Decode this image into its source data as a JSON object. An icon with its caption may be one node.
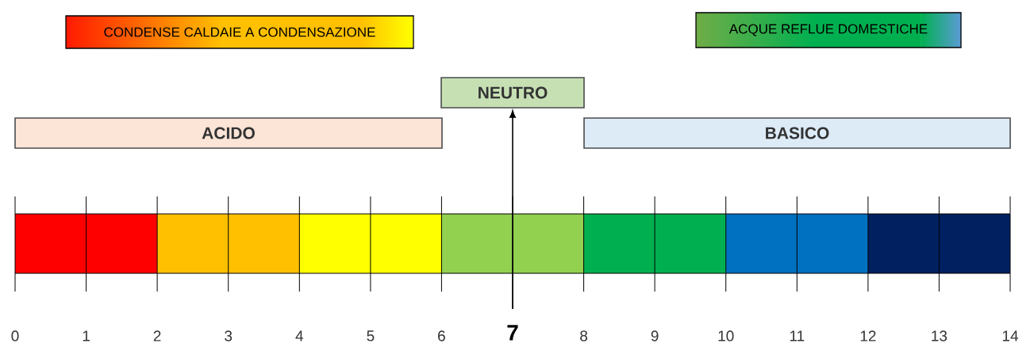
{
  "diagram": {
    "nodes": [
      {
        "text": [
          "CONDENSE CALDAIE A CONDENSAZIONE"
        ]
      },
      {
        "text": [
          "ACQUE REFLUE DOMESTICHE"
        ]
      },
      {
        "text": [
          "NEUTRO"
        ]
      },
      {
        "text": [
          "ACIDO"
        ]
      },
      {
        "text": [
          "BASICO"
        ]
      }
    ],
    "edges": [
      {
        "from": null,
        "to": 2,
        "arrow": "to"
      }
    ],
    "labels": [
      "0",
      "1",
      "2",
      "3",
      "4",
      "5",
      "6",
      "7",
      "8",
      "9",
      "10",
      "11",
      "12",
      "13",
      "14"
    ]
  }
}
